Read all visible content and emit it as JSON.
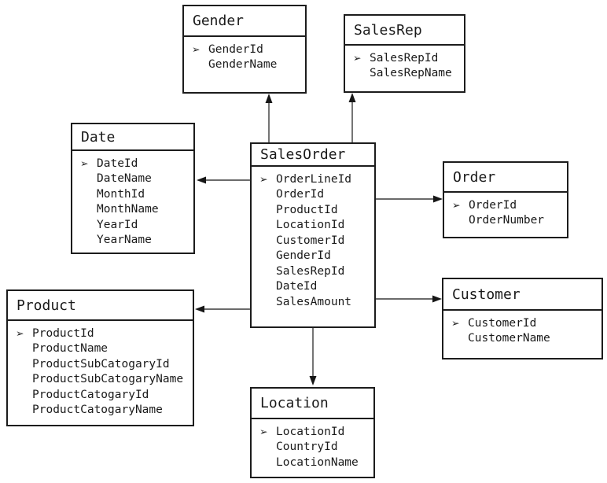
{
  "icons": {
    "primary_key": "➢"
  },
  "colors": {
    "border": "#1c1c1c",
    "background": "#ffffff",
    "text": "#1a1a1a",
    "arrow": "#3a3a3a"
  },
  "entities": {
    "gender": {
      "title": "Gender",
      "fields": [
        {
          "pk": true,
          "name": "GenderId"
        },
        {
          "pk": false,
          "name": "GenderName"
        }
      ]
    },
    "salesrep": {
      "title": "SalesRep",
      "fields": [
        {
          "pk": true,
          "name": "SalesRepId"
        },
        {
          "pk": false,
          "name": "SalesRepName"
        }
      ]
    },
    "date": {
      "title": "Date",
      "fields": [
        {
          "pk": true,
          "name": "DateId"
        },
        {
          "pk": false,
          "name": "DateName"
        },
        {
          "pk": false,
          "name": "MonthId"
        },
        {
          "pk": false,
          "name": "MonthName"
        },
        {
          "pk": false,
          "name": "YearId"
        },
        {
          "pk": false,
          "name": "YearName"
        }
      ]
    },
    "salesorder": {
      "title": "SalesOrder",
      "fields": [
        {
          "pk": true,
          "name": "OrderLineId"
        },
        {
          "pk": false,
          "name": "OrderId"
        },
        {
          "pk": false,
          "name": "ProductId"
        },
        {
          "pk": false,
          "name": "LocationId"
        },
        {
          "pk": false,
          "name": "CustomerId"
        },
        {
          "pk": false,
          "name": "GenderId"
        },
        {
          "pk": false,
          "name": "SalesRepId"
        },
        {
          "pk": false,
          "name": "DateId"
        },
        {
          "pk": false,
          "name": "SalesAmount"
        }
      ]
    },
    "order": {
      "title": "Order",
      "fields": [
        {
          "pk": true,
          "name": "OrderId"
        },
        {
          "pk": false,
          "name": "OrderNumber"
        }
      ]
    },
    "customer": {
      "title": "Customer",
      "fields": [
        {
          "pk": true,
          "name": "CustomerId"
        },
        {
          "pk": false,
          "name": "CustomerName"
        }
      ]
    },
    "product": {
      "title": "Product",
      "fields": [
        {
          "pk": true,
          "name": "ProductId"
        },
        {
          "pk": false,
          "name": "ProductName"
        },
        {
          "pk": false,
          "name": "ProductSubCatogaryId"
        },
        {
          "pk": false,
          "name": "ProductSubCatogaryName"
        },
        {
          "pk": false,
          "name": "ProductCatogaryId"
        },
        {
          "pk": false,
          "name": "ProductCatogaryName"
        }
      ]
    },
    "location": {
      "title": "Location",
      "fields": [
        {
          "pk": true,
          "name": "LocationId"
        },
        {
          "pk": false,
          "name": "CountryId"
        },
        {
          "pk": false,
          "name": "LocationName"
        }
      ]
    }
  },
  "relationships": [
    {
      "from": "SalesOrder",
      "to": "Gender"
    },
    {
      "from": "SalesOrder",
      "to": "SalesRep"
    },
    {
      "from": "SalesOrder",
      "to": "Date"
    },
    {
      "from": "SalesOrder",
      "to": "Order"
    },
    {
      "from": "SalesOrder",
      "to": "Customer"
    },
    {
      "from": "SalesOrder",
      "to": "Product"
    },
    {
      "from": "SalesOrder",
      "to": "Location"
    }
  ]
}
